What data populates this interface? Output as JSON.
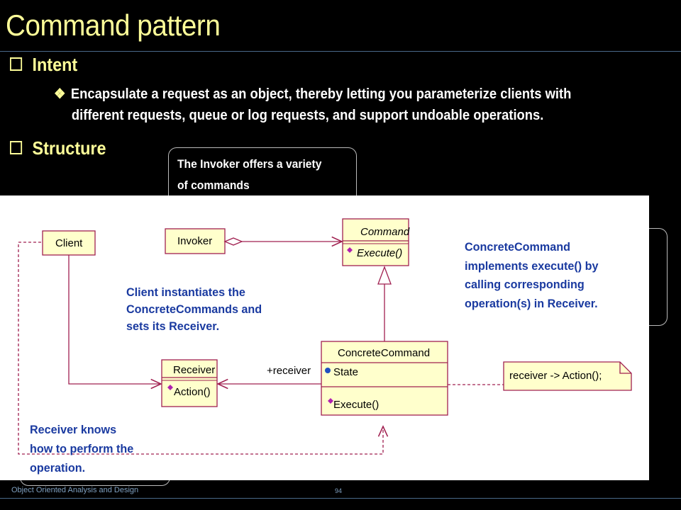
{
  "title": "Command pattern",
  "intent": {
    "heading": "Intent",
    "text_line1": "Encapsulate a request as an object, thereby letting you parameterize clients with",
    "text_line2": "different requests, queue or log requests, and support undoable operations."
  },
  "structure": {
    "heading": "Structure"
  },
  "callouts": {
    "invoker": "The Invoker offers a variety of commands",
    "client": [
      "Client instantiates the",
      "ConcreteCommands and",
      "sets its Receiver."
    ],
    "concrete": [
      "ConcreteCommand",
      "implements execute() by",
      "calling corresponding",
      "operation(s) in Receiver."
    ],
    "receiver": [
      "Receiver knows",
      "how to perform the",
      "operation."
    ]
  },
  "uml": {
    "client": "Client",
    "invoker": "Invoker",
    "command": "Command",
    "command_op": "Execute()",
    "receiver": "Receiver",
    "receiver_op": "Action()",
    "concrete": "ConcreteCommand",
    "concrete_attr": "State",
    "concrete_op": "Execute()",
    "assoc_label": "+receiver",
    "note": "receiver -> Action();"
  },
  "colors": {
    "title": "#ffff99",
    "uml_line": "#a02050",
    "uml_fill": "#ffffcc",
    "note_text": "#1a3aa0"
  },
  "footer": {
    "course": "Object Oriented Analysis and Design",
    "page": "94"
  }
}
